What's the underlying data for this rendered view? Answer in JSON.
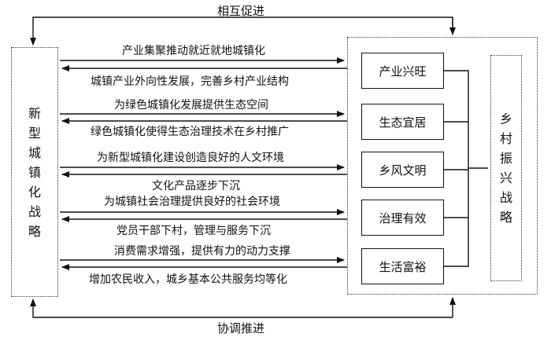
{
  "top_label": "相互促进",
  "bottom_label": "协调推进",
  "left_strategy": "新型城镇化战略",
  "right_strategy": "乡村振兴战略",
  "goals": [
    "产业兴旺",
    "生态宜居",
    "乡风文明",
    "治理有效",
    "生活富裕"
  ],
  "flows": [
    {
      "right": "产业集聚推动就近就地城镇化",
      "left": "城镇产业外向性发展，完善乡村产业结构"
    },
    {
      "right": "为绿色城镇化发展提供生态空间",
      "left": "绿色城镇化使得生态治理技术在乡村推广"
    },
    {
      "right": "为新型城镇化建设创造良好的人文环境",
      "left": "文化产品逐步下沉"
    },
    {
      "right": "为城镇社会治理提供良好的社会环境",
      "left": "党员干部下村，管理与服务下沉"
    },
    {
      "right": "消费需求增强，提供有力的动力支撑",
      "left": "增加农民收入，城乡基本公共服务均等化"
    }
  ]
}
